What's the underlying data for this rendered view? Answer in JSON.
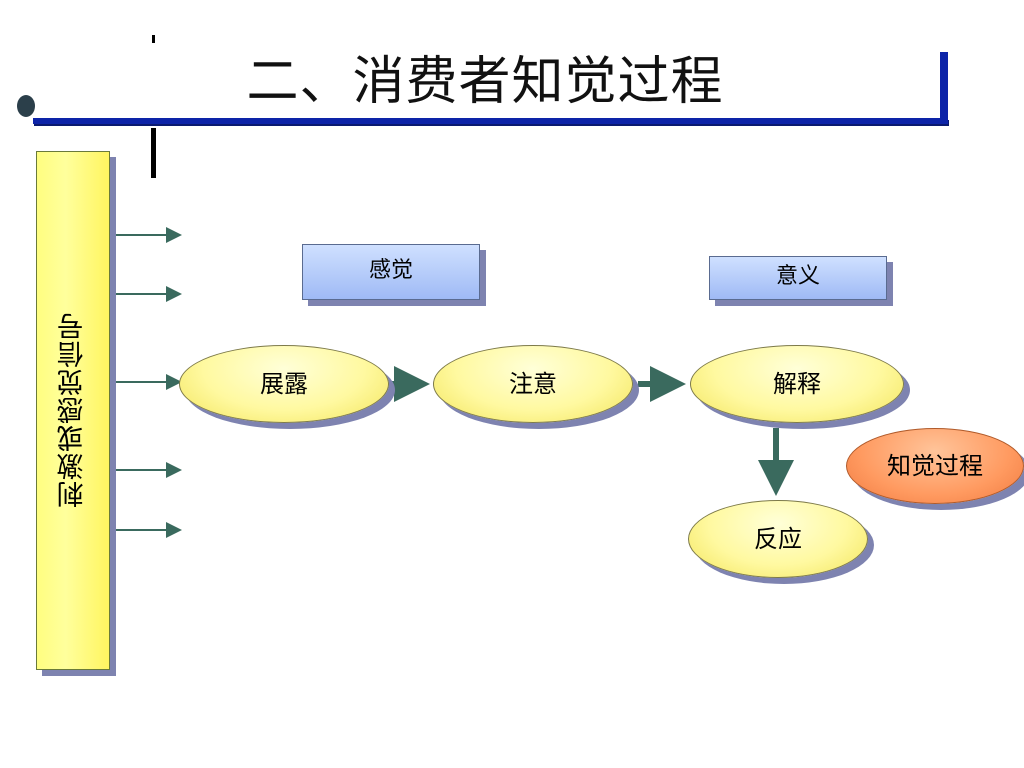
{
  "title": "二、消费者知觉过程",
  "stimulus_label": "刺激或感觉信号",
  "boxes": {
    "sensation": "感觉",
    "meaning": "意义"
  },
  "nodes": {
    "exposure": "展露",
    "attention": "注意",
    "interpretation": "解释",
    "response": "反应",
    "perception_process": "知觉过程"
  },
  "colors": {
    "title_bar": "#0d24a8",
    "arrow": "#3a6a5e",
    "ellipse_fill": "#fff9a0",
    "highlight_fill": "#ff9a60",
    "box_fill": "#a8c0f5",
    "shadow": "#7e83b0"
  }
}
